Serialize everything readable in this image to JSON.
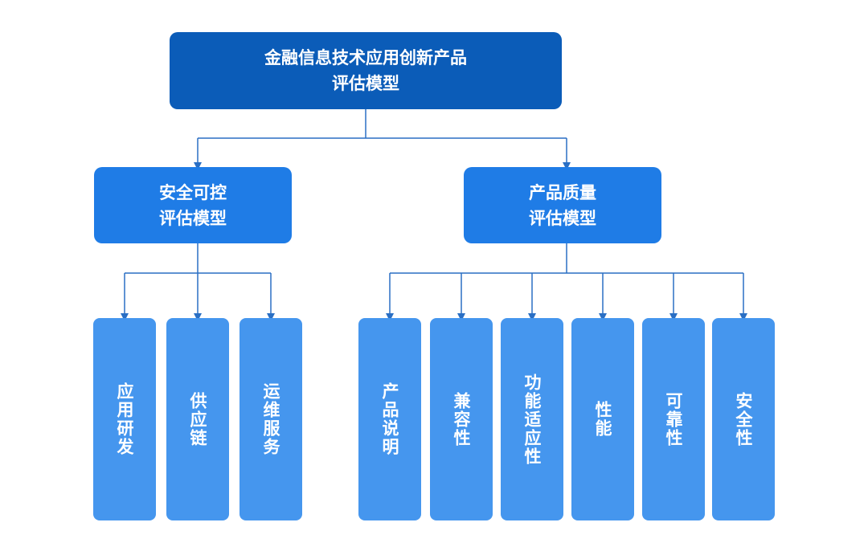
{
  "root": {
    "line1": "金融信息技术应用创新产品",
    "line2": "评估模型"
  },
  "left": {
    "line1": "安全可控",
    "line2": "评估模型",
    "children": [
      "应用研发",
      "供应链",
      "运维服务"
    ]
  },
  "right": {
    "line1": "产品质量",
    "line2": "评估模型",
    "children": [
      "产品说明",
      "兼容性",
      "功能适应性",
      "性能",
      "可靠性",
      "安全性"
    ]
  },
  "colors": {
    "root": "#0b5cb8",
    "mid": "#1f7ce6",
    "leaf": "#4596ee",
    "connector": "#2a6fc4"
  }
}
